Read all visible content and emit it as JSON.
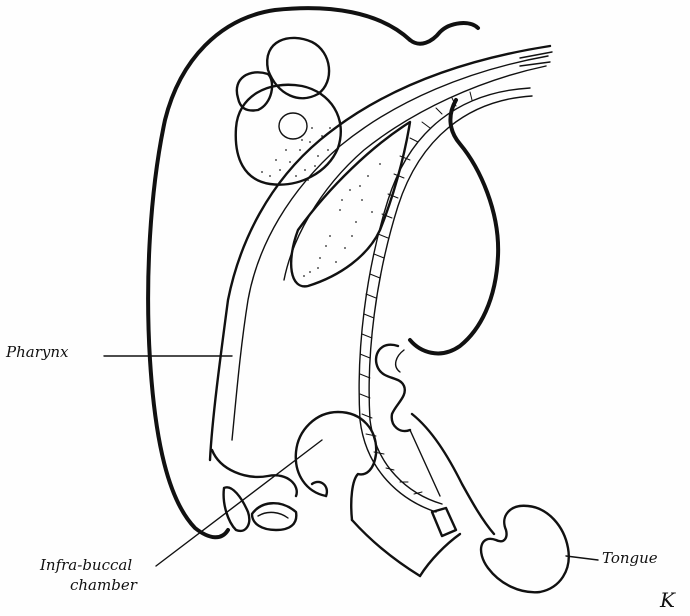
{
  "labels": {
    "pharynx": "Pharynx",
    "infra_buccal_line1": "Infra-buccal",
    "infra_buccal_line2": "chamber",
    "tongue": "Tongue",
    "signature": "K"
  },
  "colors": {
    "ink": "#111111",
    "paper": "#fefefe"
  }
}
